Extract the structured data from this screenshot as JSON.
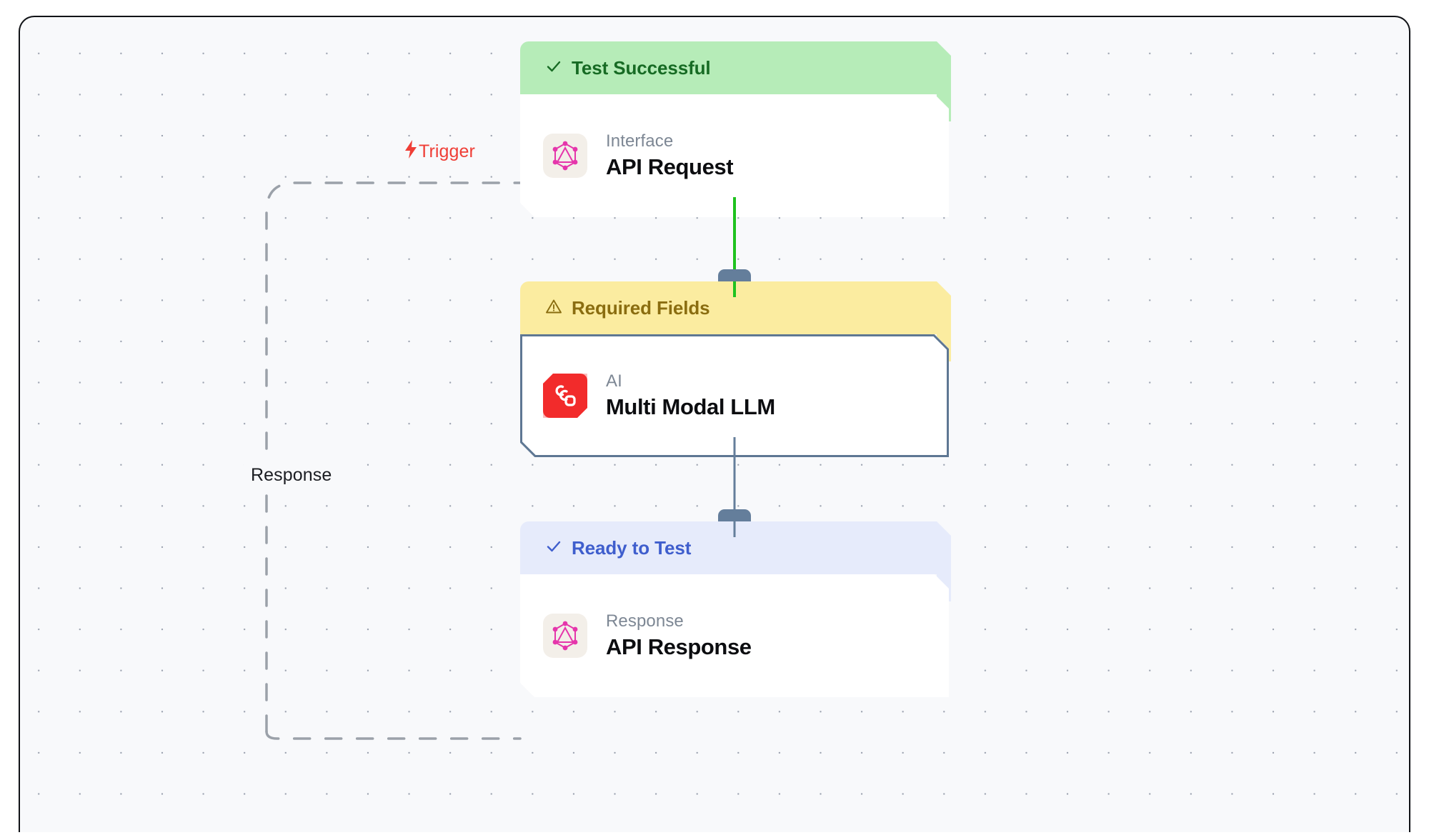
{
  "canvas": {
    "background": "#f8f9fb",
    "grid_dot_color": "#9aa1ae",
    "border_color": "#111317"
  },
  "loop_edges": [
    {
      "name": "trigger",
      "label": "Trigger",
      "icon": "lightning-bolt-icon",
      "glyph": "⚡",
      "color": "#ef3e36",
      "style": "dashed"
    },
    {
      "name": "response",
      "label": "Response",
      "color": "#1b1d22",
      "style": "dashed"
    }
  ],
  "connectors": [
    {
      "name": "request-to-llm",
      "color": "#1fc21f",
      "state": "active"
    },
    {
      "name": "llm-to-response",
      "color": "#647e9b",
      "state": "idle"
    }
  ],
  "nodes": [
    {
      "id": "api-request",
      "banner": {
        "label": "Test Successful",
        "icon": "check-icon",
        "glyph": "✓",
        "background": "#b6ecb8",
        "text_color": "#176b24"
      },
      "icon": "graphql-icon",
      "kind": "Interface",
      "title": "API Request",
      "selected": false
    },
    {
      "id": "multi-modal-llm",
      "banner": {
        "label": "Required Fields",
        "icon": "warning-triangle-icon",
        "glyph": "⚠",
        "background": "#fbeca0",
        "text_color": "#8a6d10"
      },
      "icon": "qwen-ai-icon",
      "kind": "AI",
      "title": "Multi Modal LLM",
      "selected": true
    },
    {
      "id": "api-response",
      "banner": {
        "label": "Ready to Test",
        "icon": "check-icon",
        "glyph": "✓",
        "background": "#e6ebfb",
        "text_color": "#3f5ecd"
      },
      "icon": "graphql-icon",
      "kind": "Response",
      "title": "API Response",
      "selected": false
    }
  ]
}
